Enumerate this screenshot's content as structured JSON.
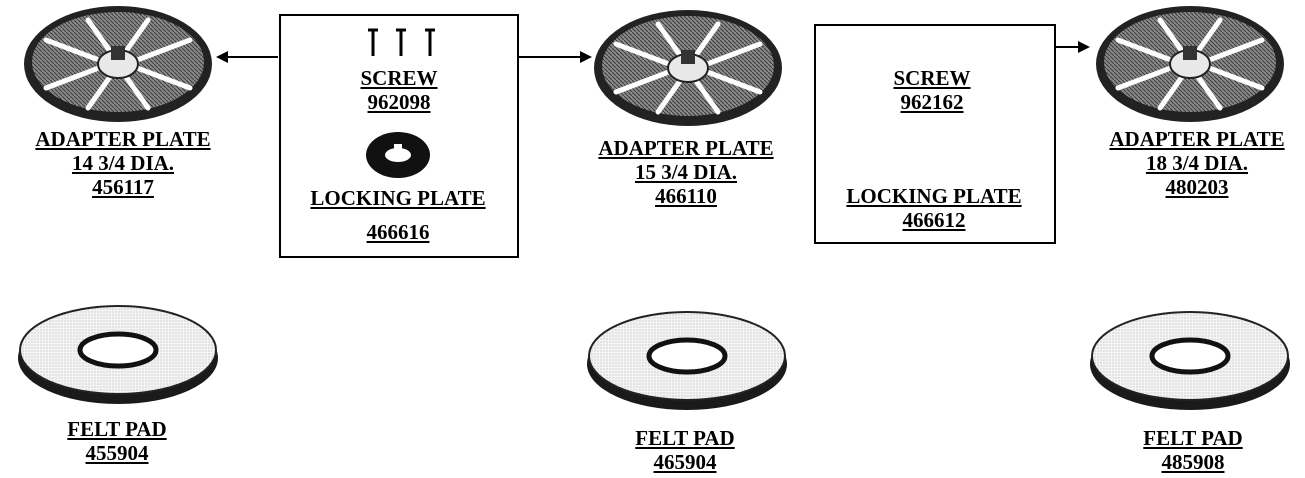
{
  "adapters": [
    {
      "name": "ADAPTER PLATE",
      "size": "14 3/4 DIA.",
      "part": "456117"
    },
    {
      "name": "ADAPTER PLATE",
      "size": "15 3/4 DIA.",
      "part": "466110"
    },
    {
      "name": "ADAPTER PLATE",
      "size": "18 3/4 DIA.",
      "part": "480203"
    }
  ],
  "hardware": [
    {
      "screw_label": "SCREW",
      "screw_part": "962098",
      "lock_label": "LOCKING PLATE",
      "lock_part": "466616"
    },
    {
      "screw_label": "SCREW",
      "screw_part": "962162",
      "lock_label": "LOCKING PLATE",
      "lock_part": "466612"
    }
  ],
  "felt_pads": [
    {
      "name": "FELT PAD",
      "part": "455904"
    },
    {
      "name": "FELT PAD",
      "part": "465904"
    },
    {
      "name": "FELT PAD",
      "part": "485908"
    }
  ]
}
